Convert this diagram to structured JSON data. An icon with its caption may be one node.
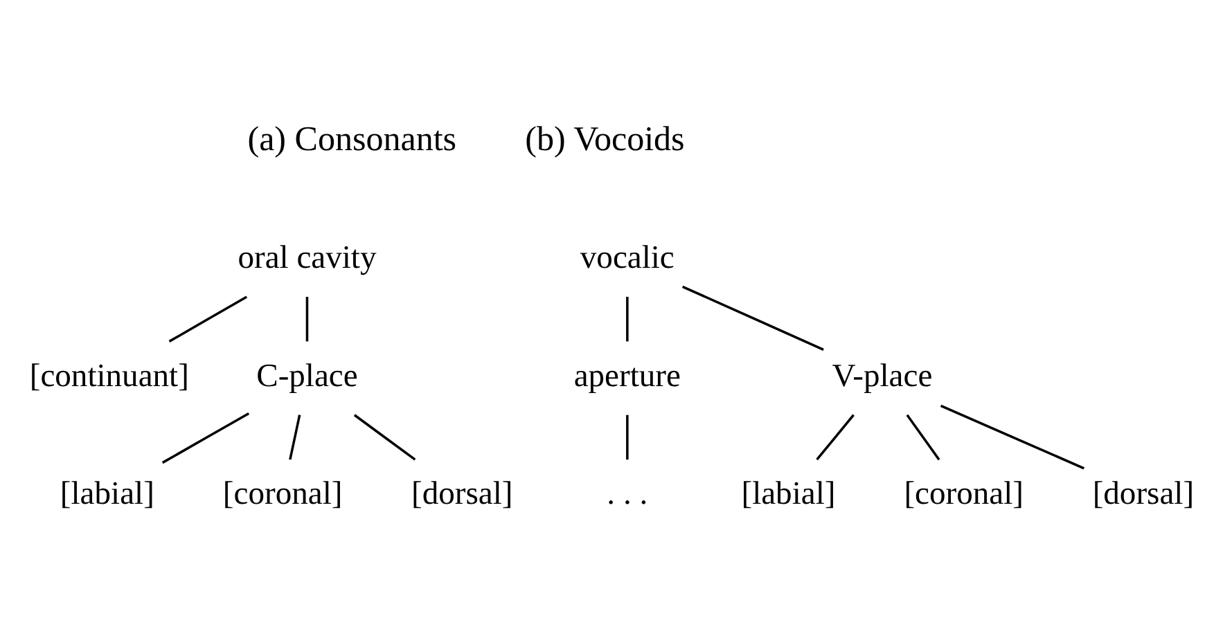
{
  "diagram": {
    "nodes": [
      {
        "text": [
          "oral cavity"
        ]
      },
      {
        "text": [
          "[continuant]"
        ]
      },
      {
        "text": [
          "C-place"
        ]
      },
      {
        "text": [
          "[labial]"
        ]
      },
      {
        "text": [
          "[coronal]"
        ]
      },
      {
        "text": [
          "[dorsal]"
        ]
      },
      {
        "text": [
          "vocalic"
        ]
      },
      {
        "text": [
          "aperture"
        ]
      },
      {
        "text": [
          "V-place"
        ]
      },
      {
        "text": [
          "[labial]"
        ]
      },
      {
        "text": [
          "[coronal]"
        ]
      },
      {
        "text": [
          "[dorsal]"
        ]
      },
      {
        "text": [
          ". . ."
        ]
      }
    ],
    "edges": [
      {
        "from": 0,
        "to": 1,
        "arrow": "none"
      },
      {
        "from": 0,
        "to": 2,
        "arrow": "none"
      },
      {
        "from": 2,
        "to": 3,
        "arrow": "none"
      },
      {
        "from": 2,
        "to": 4,
        "arrow": "none"
      },
      {
        "from": 2,
        "to": 5,
        "arrow": "none"
      },
      {
        "from": 6,
        "to": 7,
        "arrow": "none"
      },
      {
        "from": 6,
        "to": 8,
        "arrow": "none"
      },
      {
        "from": 7,
        "to": 12,
        "arrow": "none"
      },
      {
        "from": 8,
        "to": 9,
        "arrow": "none"
      },
      {
        "from": 8,
        "to": 10,
        "arrow": "none"
      },
      {
        "from": 8,
        "to": 11,
        "arrow": "none"
      }
    ],
    "labels": [
      "(a) Consonants",
      "(b) Vocoids"
    ]
  }
}
